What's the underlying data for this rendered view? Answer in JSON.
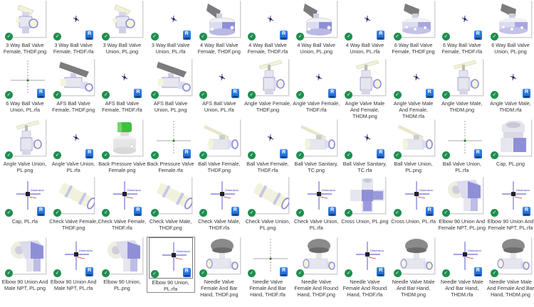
{
  "view": "large-icons",
  "columns": 11,
  "files": [
    {
      "name": "3 Way Ball Valve Female, THDF.png",
      "type": "png",
      "icon": "ball-valve-3way",
      "synced": true
    },
    {
      "name": "3 Way Ball Valve Female, THDF.rfa",
      "type": "rfa",
      "icon": "revit-family-preview",
      "synced": true
    },
    {
      "name": "3 Way Ball Valve Union, PL.png",
      "type": "png",
      "icon": "ball-valve-3way",
      "synced": true
    },
    {
      "name": "3 Way Ball Valve Union, PL.rfa",
      "type": "rfa",
      "icon": "revit-family-preview",
      "synced": true
    },
    {
      "name": "4 Way Ball Valve Female, THDF.png",
      "type": "png",
      "icon": "ball-valve-4way",
      "synced": true
    },
    {
      "name": "4 Way Ball Valve Female, THDF.rfa",
      "type": "rfa",
      "icon": "revit-family-preview",
      "synced": true
    },
    {
      "name": "4 Way Ball Valve Union, PL.png",
      "type": "png",
      "icon": "ball-valve-4way",
      "synced": true
    },
    {
      "name": "4 Way Ball Valve Union, PL.rfa",
      "type": "rfa",
      "icon": "revit-family-preview",
      "synced": true
    },
    {
      "name": "6 Way Ball Valve Female, THDF.png",
      "type": "png",
      "icon": "ball-valve-6way",
      "synced": true
    },
    {
      "name": "6 Way Ball Valve Female, THDF.rfa",
      "type": "rfa",
      "icon": "revit-family-preview",
      "synced": true
    },
    {
      "name": "6 Way Ball Valve Union, PL.png",
      "type": "png",
      "icon": "ball-valve-6way",
      "synced": true
    },
    {
      "name": "6 Way Ball Valve Union, PL.rfa",
      "type": "rfa",
      "icon": "revit-crosshair-preview",
      "synced": true
    },
    {
      "name": "AFS Ball Valve Female, THDF.png",
      "type": "png",
      "icon": "afs-ball-valve",
      "synced": true
    },
    {
      "name": "AFS Ball Valve Female, THDF.rfa",
      "type": "rfa",
      "icon": "revit-family-preview",
      "synced": true
    },
    {
      "name": "AFS Ball Valve Union, PL.png",
      "type": "png",
      "icon": "afs-ball-valve",
      "synced": true
    },
    {
      "name": "AFS Ball Valve Union, PL.rfa",
      "type": "rfa",
      "icon": "revit-family-preview",
      "synced": true
    },
    {
      "name": "Angle Valve Female, THDF.png",
      "type": "png",
      "icon": "angle-valve",
      "synced": true
    },
    {
      "name": "Angle Valve Female, THDF.rfa",
      "type": "rfa",
      "icon": "revit-family-preview",
      "synced": true
    },
    {
      "name": "Angle Valve Male And Female, THDM.png",
      "type": "png",
      "icon": "angle-valve",
      "synced": true
    },
    {
      "name": "Angle Valve Male And Female, THDM.rfa",
      "type": "rfa",
      "icon": "revit-family-preview",
      "synced": true
    },
    {
      "name": "Angle Valve Male, THDM.png",
      "type": "png",
      "icon": "angle-valve",
      "synced": true
    },
    {
      "name": "Angle Valve Male, THDM.rfa",
      "type": "rfa",
      "icon": "revit-family-preview",
      "synced": true
    },
    {
      "name": "Angle Valve Union, PL.png",
      "type": "png",
      "icon": "angle-valve",
      "synced": true
    },
    {
      "name": "Angle Valve Union, PL.rfa",
      "type": "rfa",
      "icon": "revit-family-preview",
      "synced": true
    },
    {
      "name": "Back Pressure Valve Female.png",
      "type": "png",
      "icon": "back-pressure-valve",
      "synced": true
    },
    {
      "name": "Back Pressure Valve Female.rfa",
      "type": "rfa",
      "icon": "revit-crosshair-preview",
      "synced": true
    },
    {
      "name": "Ball Valve Female, THDF.png",
      "type": "png",
      "icon": "ball-valve",
      "synced": true
    },
    {
      "name": "Ball Valve Female, THDF.rfa",
      "type": "rfa",
      "icon": "revit-family-preview",
      "synced": true
    },
    {
      "name": "Ball Valve Sanitary, TC.png",
      "type": "png",
      "icon": "ball-valve",
      "synced": true
    },
    {
      "name": "Ball Valve Sanitary, TC.rfa",
      "type": "rfa",
      "icon": "revit-family-preview",
      "synced": true
    },
    {
      "name": "Ball Valve Union, PL.png",
      "type": "png",
      "icon": "ball-valve",
      "synced": true
    },
    {
      "name": "Ball Valve Union, PL.rfa",
      "type": "rfa",
      "icon": "revit-crosshair-preview",
      "synced": true
    },
    {
      "name": "Cap, PL.png",
      "type": "png",
      "icon": "cap-fitting",
      "synced": true
    },
    {
      "name": "Cap, PL.rfa",
      "type": "rfa",
      "icon": "revit-dimension-preview",
      "synced": true
    },
    {
      "name": "Check Valve Female, THDF.png",
      "type": "png",
      "icon": "check-valve",
      "synced": true
    },
    {
      "name": "Check Valve Female, THDF.rfa",
      "type": "rfa",
      "icon": "revit-dimension-preview",
      "synced": true
    },
    {
      "name": "Check Valve Male, THDF.png",
      "type": "png",
      "icon": "check-valve",
      "synced": true
    },
    {
      "name": "Check Valve Male, THDF.rfa",
      "type": "rfa",
      "icon": "revit-dimension-preview",
      "synced": true
    },
    {
      "name": "Check Valve Union, PL.png",
      "type": "png",
      "icon": "check-valve",
      "synced": true
    },
    {
      "name": "Check Valve Union, PL.rfa",
      "type": "rfa",
      "icon": "revit-dimension-preview",
      "synced": true
    },
    {
      "name": "Cross Union, PL.png",
      "type": "png",
      "icon": "cross-union",
      "synced": true
    },
    {
      "name": "Cross Union, PL.rfa",
      "type": "rfa",
      "icon": "revit-dimension-preview",
      "synced": true
    },
    {
      "name": "Elbow 90 Union And Female NPT, PL.png",
      "type": "png",
      "icon": "elbow-90",
      "synced": true
    },
    {
      "name": "Elbow 90 Union And Female NPT, PL.rfa",
      "type": "rfa",
      "icon": "revit-dimension-preview",
      "synced": true
    },
    {
      "name": "Elbow 90 Union And Male NPT, PL.png",
      "type": "png",
      "icon": "elbow-90",
      "synced": true
    },
    {
      "name": "Elbow 90 Union And Male NPT, PL.rfa",
      "type": "rfa",
      "icon": "revit-dimension-preview",
      "synced": true
    },
    {
      "name": "Elbow 90 Union, PL.png",
      "type": "png",
      "icon": "elbow-90",
      "synced": true
    },
    {
      "name": "Elbow 90 Union, PL.rfa",
      "type": "rfa",
      "icon": "revit-dimension-preview",
      "synced": true,
      "selected": true
    },
    {
      "name": "Needle Valve Female And Bar Hand, THDF.png",
      "type": "png",
      "icon": "needle-valve",
      "synced": true
    },
    {
      "name": "Needle Valve Female And Bar Hand, THDF.rfa",
      "type": "rfa",
      "icon": "revit-crosshair-preview",
      "synced": true
    },
    {
      "name": "Needle Valve Female And Round Hand, THDF.png",
      "type": "png",
      "icon": "needle-valve",
      "synced": true
    },
    {
      "name": "Needle Valve Female And Round Hand, THDF.rfa",
      "type": "rfa",
      "icon": "revit-dimension-preview",
      "synced": true
    },
    {
      "name": "Needle Valve Male And Bar Hand, THDM.png",
      "type": "png",
      "icon": "needle-valve",
      "synced": true
    },
    {
      "name": "Needle Valve Male And Bar Hand, THDM.rfa",
      "type": "rfa",
      "icon": "revit-dimension-preview",
      "synced": true
    },
    {
      "name": "Needle Valve Male And Female And Bar Hand, THDM.png",
      "type": "png",
      "icon": "needle-valve",
      "synced": true
    }
  ],
  "badges": {
    "synced_glyph": "✓",
    "revit_glyph": "R"
  },
  "colors": {
    "sync_green": "#1e8f4e",
    "revit_blue": "#2a6fdb",
    "part_body": "#e6e6ef",
    "part_shade": "#8f8fd8",
    "handle_gray": "#7c7c7c",
    "handle_cream": "#f2f2d8",
    "knob_green": "#3fbf3f"
  }
}
